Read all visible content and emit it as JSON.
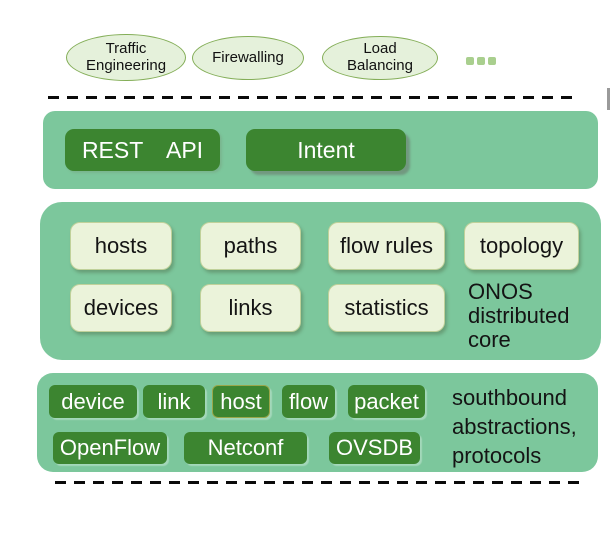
{
  "applications": {
    "ovals": [
      "Traffic Engineering",
      "Firewalling",
      "Load Balancing"
    ]
  },
  "icons": {
    "more_apps": "ellipsis-icon"
  },
  "northbound": {
    "rest_api_label": "REST API",
    "intent_label": "Intent"
  },
  "core": {
    "boxes_row1": [
      "hosts",
      "paths",
      "flow rules",
      "topology"
    ],
    "boxes_row2": [
      "devices",
      "links",
      "statistics"
    ],
    "caption_lines": [
      "ONOS",
      "distributed",
      "core"
    ]
  },
  "southbound": {
    "row1": [
      "device",
      "link",
      "host",
      "flow",
      "packet"
    ],
    "row2": [
      "OpenFlow",
      "Netconf",
      "OVSDB"
    ],
    "caption_lines": [
      "southbound",
      "abstractions,",
      "protocols"
    ]
  },
  "colors": {
    "band_green": "#7cc79c",
    "dark_button_green": "#3c8530",
    "light_box_fill": "#ebf3da",
    "light_box_border": "#c0d19a",
    "oval_fill": "#e5f1db",
    "oval_border": "#84ae58",
    "dots_green": "#a9cf8e",
    "divider_black": "#0a0a0a",
    "button_text": "#ffffff",
    "label_text": "#141414"
  }
}
